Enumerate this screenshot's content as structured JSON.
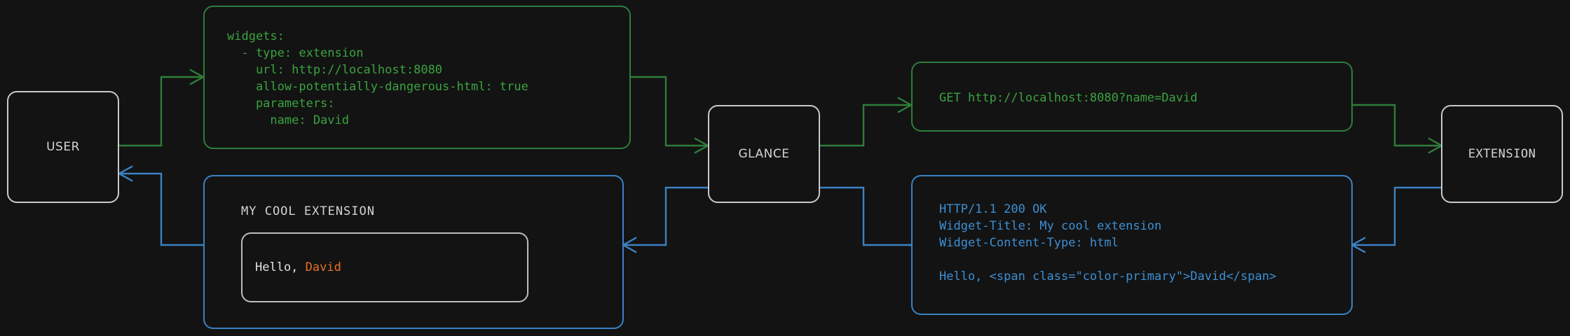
{
  "diagram": {
    "title": "glance extension widget request flow",
    "colors": {
      "background": "#131313",
      "node_border": "#c9c9c9",
      "request_green": "#2f7d3a",
      "request_green_text": "#3aa33f",
      "response_blue": "#3b82c4",
      "response_blue_text": "#3d8fd4",
      "accent_orange": "#e8702a",
      "widget_border": "#bdbdbd"
    }
  },
  "nodes": {
    "user": {
      "label": "USER"
    },
    "glance": {
      "label": "GLANCE"
    },
    "extension": {
      "label": "EXTENSION"
    }
  },
  "cards": {
    "config": {
      "kind": "yaml-config",
      "color": "green",
      "lines": [
        "widgets:",
        "  - type: extension",
        "    url: http://localhost:8080",
        "    allow-potentially-dangerous-html: true",
        "    parameters:",
        "      name: David"
      ]
    },
    "request": {
      "kind": "http-request",
      "color": "green",
      "lines": [
        "GET http://localhost:8080?name=David"
      ]
    },
    "response": {
      "kind": "http-response",
      "color": "blue",
      "lines": [
        "HTTP/1.1 200 OK",
        "Widget-Title: My cool extension",
        "Widget-Content-Type: html",
        "",
        "Hello, <span class=\"color-primary\">David</span>"
      ]
    },
    "widget": {
      "kind": "rendered-widget",
      "color": "blue",
      "title": "MY COOL EXTENSION",
      "body_prefix": "Hello, ",
      "body_accent": "David"
    }
  },
  "edges": [
    {
      "name": "user-to-config",
      "color": "green",
      "direction": "forward"
    },
    {
      "name": "config-to-glance",
      "color": "green",
      "direction": "forward"
    },
    {
      "name": "glance-to-request",
      "color": "green",
      "direction": "forward"
    },
    {
      "name": "request-to-extension",
      "color": "green",
      "direction": "forward"
    },
    {
      "name": "extension-to-response",
      "color": "blue",
      "direction": "backward"
    },
    {
      "name": "response-to-glance",
      "color": "blue",
      "direction": "backward"
    },
    {
      "name": "glance-to-widget",
      "color": "blue",
      "direction": "backward"
    },
    {
      "name": "widget-to-user",
      "color": "blue",
      "direction": "backward"
    }
  ]
}
